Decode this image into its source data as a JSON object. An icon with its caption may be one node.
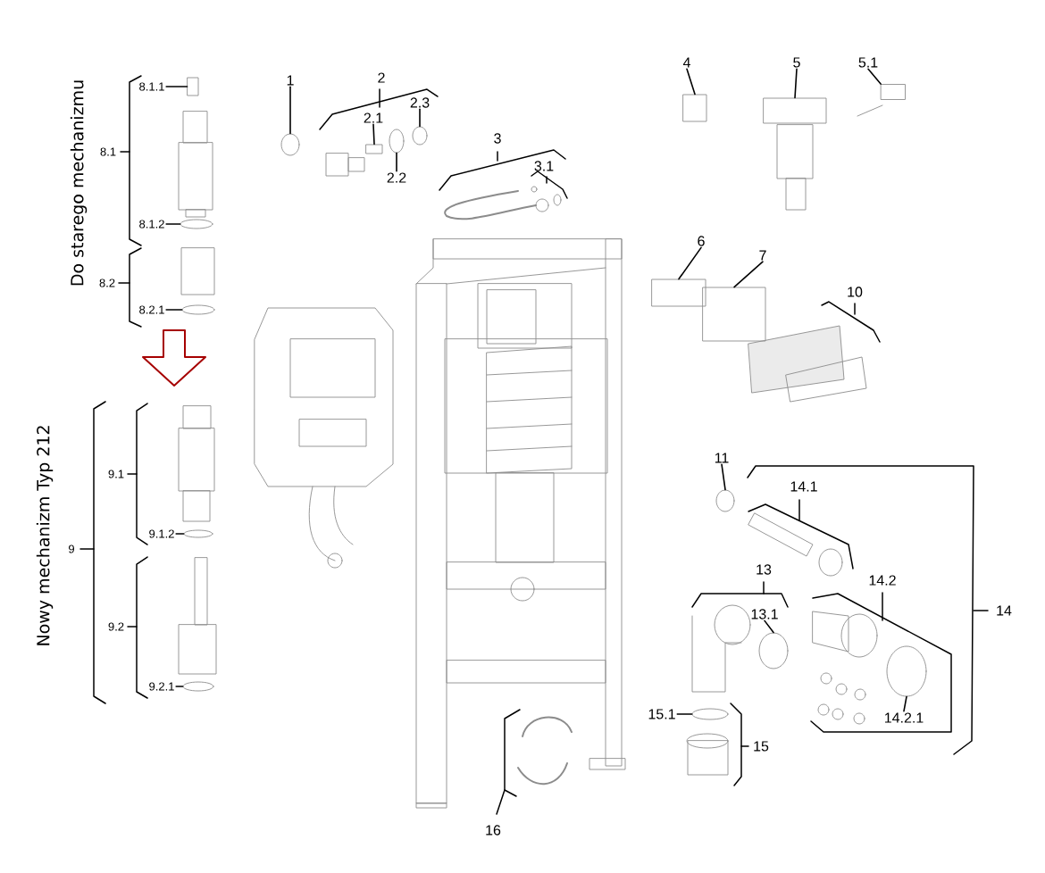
{
  "diagram": {
    "nodes": [
      {
        "text": [
          "1"
        ]
      },
      {
        "text": [
          "2.1"
        ]
      },
      {
        "text": [
          "2.2"
        ]
      },
      {
        "text": [
          "2.3"
        ]
      },
      {
        "text": [
          "4"
        ]
      },
      {
        "text": [
          "5"
        ]
      },
      {
        "text": [
          "5.1"
        ]
      },
      {
        "text": [
          "6"
        ]
      },
      {
        "text": [
          "7"
        ]
      },
      {
        "text": [
          "11"
        ]
      },
      {
        "text": [
          "13.1"
        ]
      },
      {
        "text": [
          "14.2.1"
        ]
      },
      {
        "text": [
          "15.1"
        ]
      },
      {
        "text": [
          "8.1.1"
        ]
      },
      {
        "text": [
          "8.1.2"
        ]
      },
      {
        "text": [
          "8.2.1"
        ]
      },
      {
        "text": [
          "9.1.2"
        ]
      },
      {
        "text": [
          "9.2.1"
        ]
      },
      {
        "text": [],
        "shape": "circle"
      },
      {
        "text": [],
        "shape": "box"
      },
      {
        "text": [],
        "shape": "circle"
      },
      {
        "text": [],
        "shape": "circle"
      },
      {
        "text": [],
        "shape": "box"
      },
      {
        "text": [],
        "shape": "box"
      },
      {
        "text": [],
        "shape": "box"
      },
      {
        "text": [],
        "shape": "box"
      },
      {
        "text": [],
        "shape": "box"
      },
      {
        "text": [],
        "shape": "circle"
      },
      {
        "text": [],
        "shape": "circle"
      },
      {
        "text": [],
        "shape": "circle"
      },
      {
        "text": [],
        "shape": "circle"
      },
      {
        "text": [],
        "shape": "box"
      },
      {
        "text": [],
        "shape": "circle"
      },
      {
        "text": [],
        "shape": "circle"
      },
      {
        "text": [],
        "shape": "circle"
      },
      {
        "text": [],
        "shape": "circle"
      }
    ],
    "edges": [
      {
        "from": 0,
        "to": 18,
        "arrow": "none"
      },
      {
        "from": 1,
        "to": 19,
        "arrow": "none"
      },
      {
        "from": 2,
        "to": 20,
        "arrow": "none"
      },
      {
        "from": 3,
        "to": 21,
        "arrow": "none"
      },
      {
        "from": 4,
        "to": 22,
        "arrow": "none"
      },
      {
        "from": 5,
        "to": 23,
        "arrow": "none"
      },
      {
        "from": 6,
        "to": 24,
        "arrow": "none"
      },
      {
        "from": 7,
        "to": 25,
        "arrow": "none"
      },
      {
        "from": 8,
        "to": 26,
        "arrow": "none"
      },
      {
        "from": 9,
        "to": 27,
        "arrow": "none"
      },
      {
        "from": 10,
        "to": 28,
        "arrow": "none"
      },
      {
        "from": 11,
        "to": 29,
        "arrow": "none"
      },
      {
        "from": 12,
        "to": 30,
        "arrow": "none"
      },
      {
        "from": 13,
        "to": 31,
        "arrow": "none"
      },
      {
        "from": 14,
        "to": 32,
        "arrow": "none"
      },
      {
        "from": 15,
        "to": 33,
        "arrow": "none"
      },
      {
        "from": 16,
        "to": 34,
        "arrow": "none"
      },
      {
        "from": 17,
        "to": 35,
        "arrow": "none"
      }
    ],
    "labels": [
      "2",
      "8.1",
      "Do starego mechanizmu",
      "3",
      "3.1",
      "8.2",
      "10",
      "Nowy mechanizm Typ 212",
      "9.1",
      "14.1",
      "9",
      "13",
      "14.2",
      "14",
      "9.2",
      "15",
      "16"
    ]
  }
}
